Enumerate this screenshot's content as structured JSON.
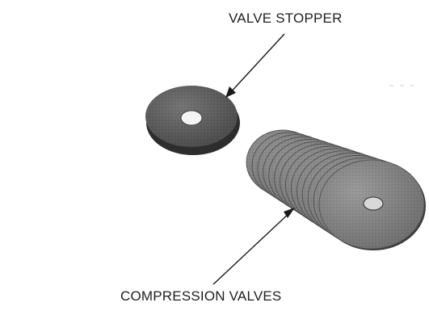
{
  "labels": {
    "valve_stopper": "VALVE STOPPER",
    "compression_valves": "COMPRESSION VALVES"
  },
  "parts": [
    {
      "label_key": "valve_stopper",
      "kind": "single washer"
    },
    {
      "label_key": "compression_valves",
      "kind": "stack of thin discs"
    }
  ],
  "colors": {
    "background": "#ffffff",
    "text": "#1e1e1e",
    "stopper_face": "#5c5c5c",
    "stopper_edge": "#2d2d2d",
    "disc_face": "#7e7e7e",
    "disc_edge": "#3c3c3c",
    "leader_line": "#1a1a1a"
  }
}
